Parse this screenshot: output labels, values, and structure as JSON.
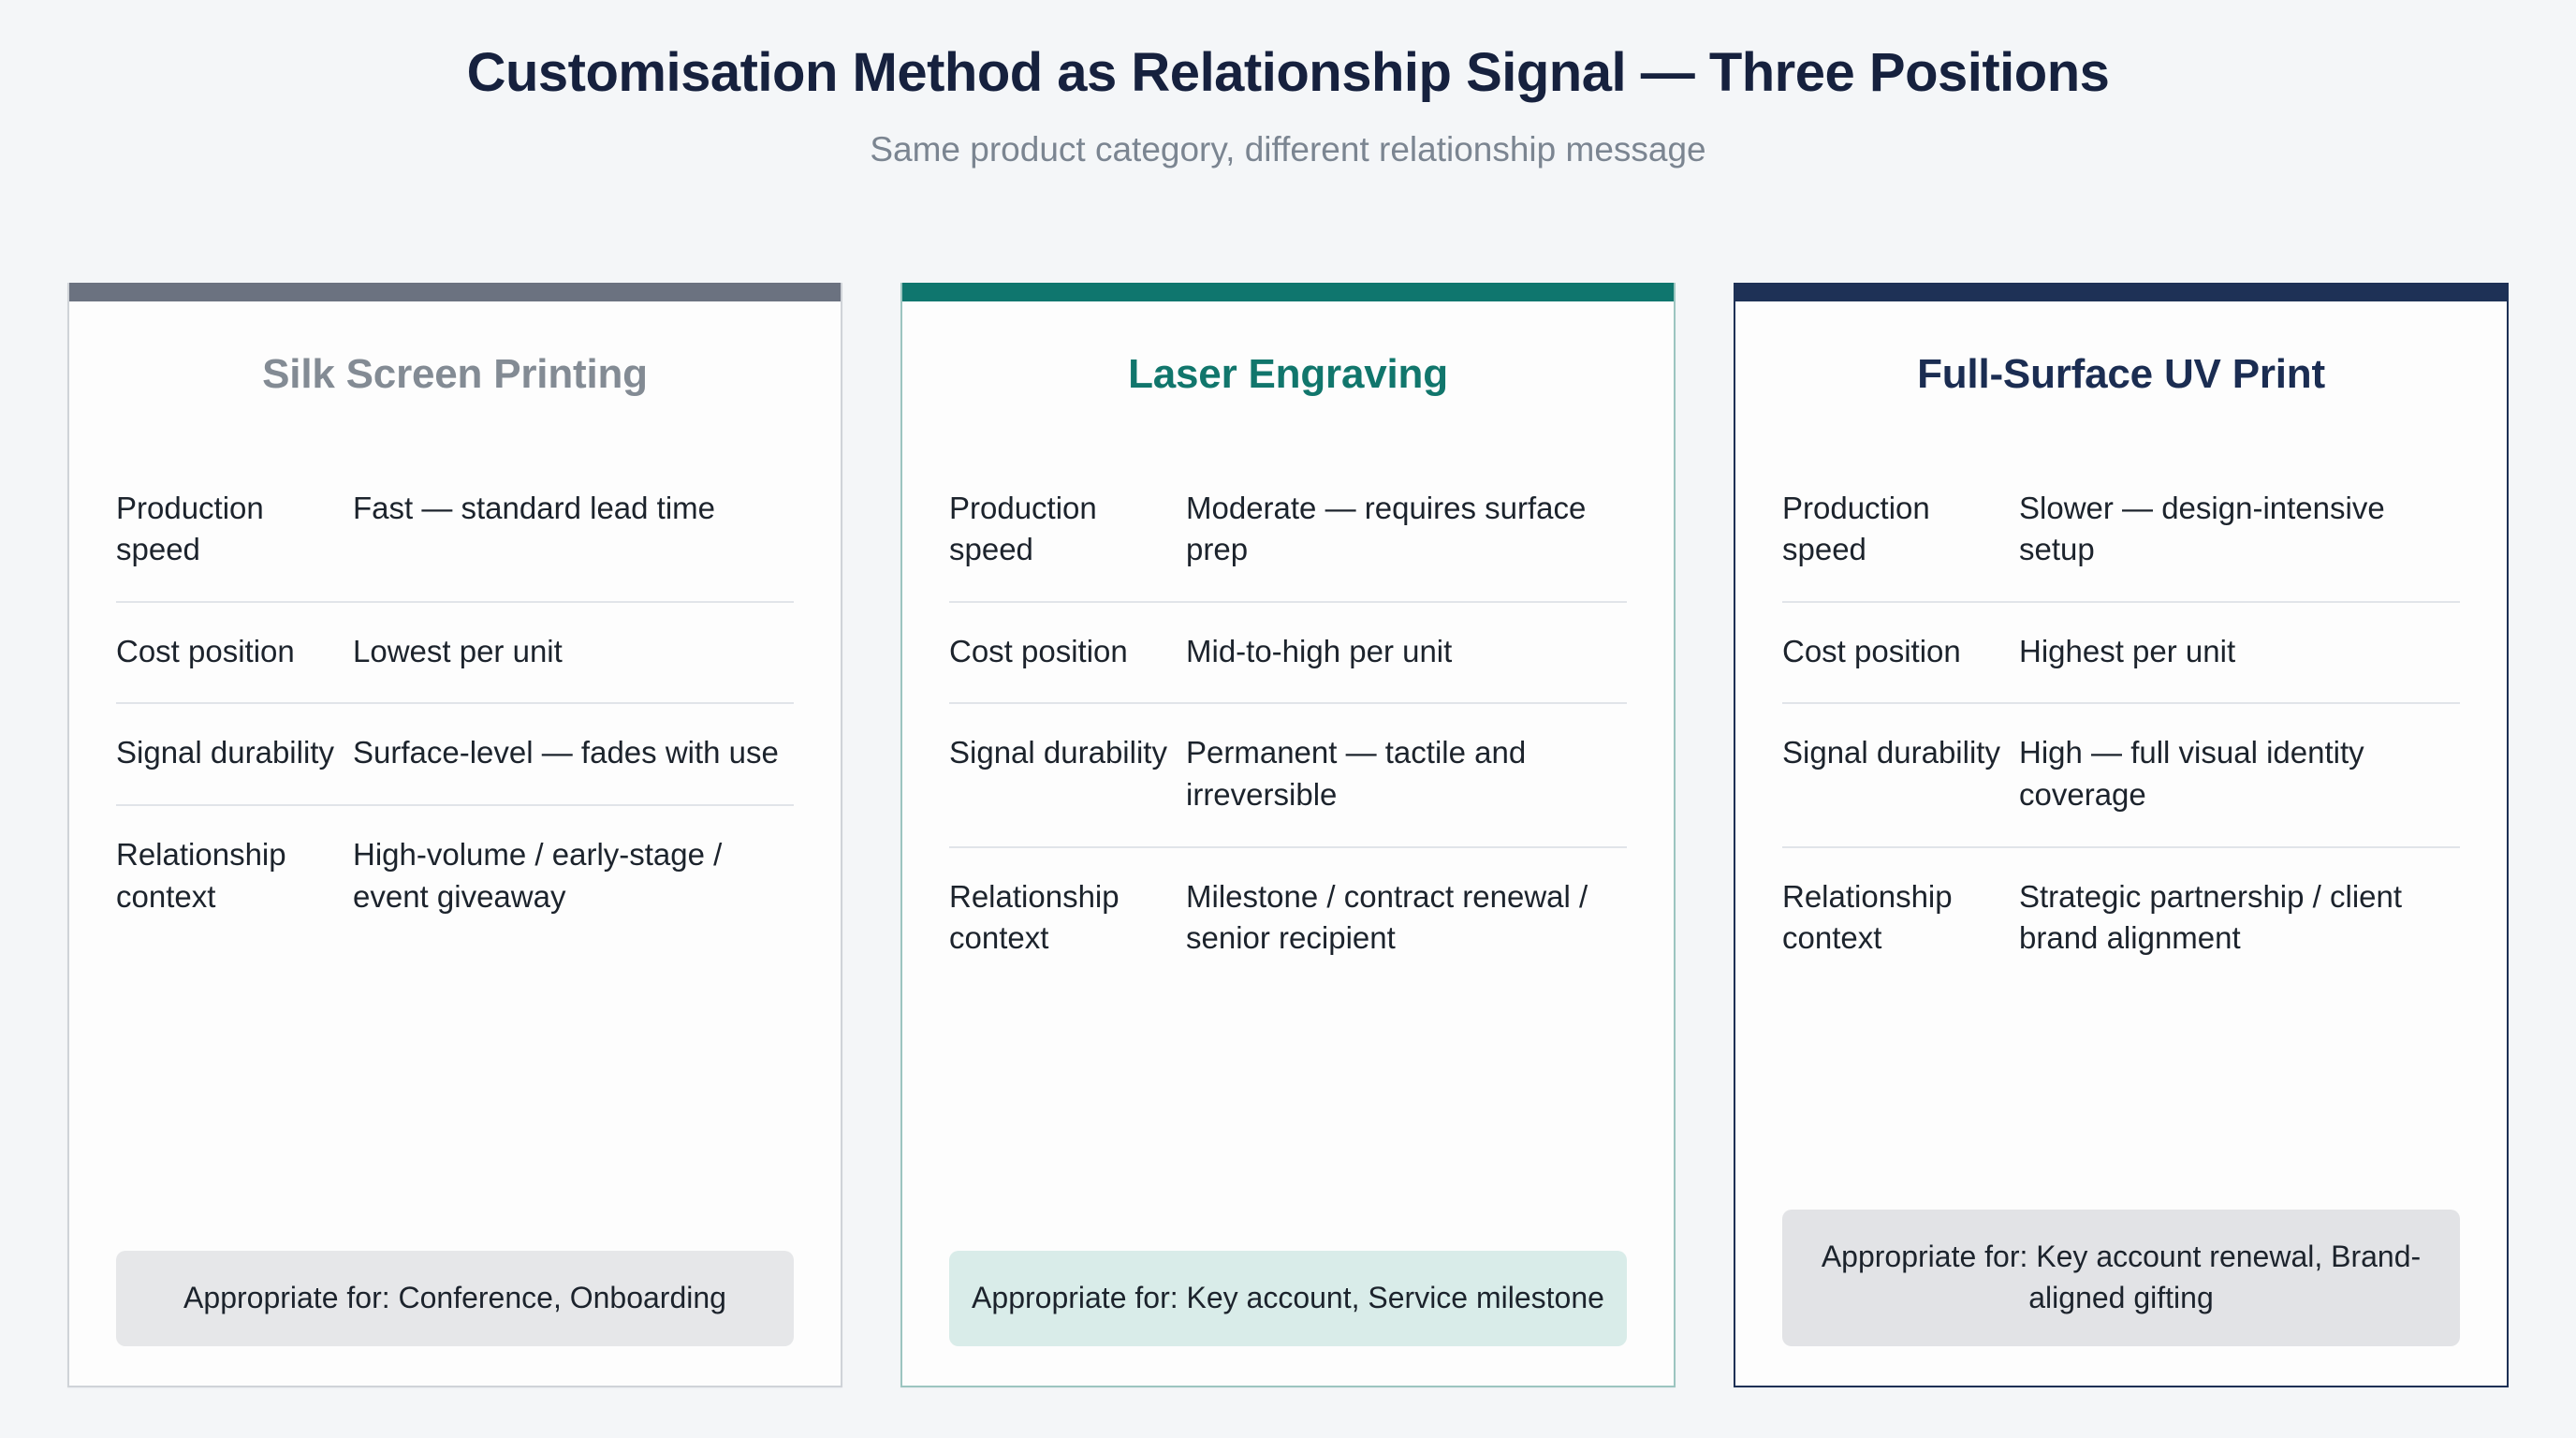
{
  "header": {
    "title": "Customisation Method as Relationship Signal — Three Positions",
    "subtitle": "Same product category, different relationship message"
  },
  "colors": {
    "page_background": "#f4f6f8",
    "title": "#16213e",
    "subtitle": "#7b8591",
    "neutral_accent": "#6b7280",
    "teal_accent": "#0f766e",
    "navy_accent": "#1e3156",
    "divider": "#e1e4e9",
    "neutral_note_bg": "#e6e7e9",
    "teal_note_bg": "#d9ece9",
    "navy_note_bg": "#e2e3e6"
  },
  "row_labels": [
    "Production speed",
    "Cost position",
    "Signal durability",
    "Relationship context"
  ],
  "cards": [
    {
      "theme": "neutral",
      "accent_color": "#6b7280",
      "border_color": "#cfd3d8",
      "note_bg": "#e6e7e9",
      "title": "Silk Screen Printing",
      "rows": [
        {
          "label": "Production speed",
          "value": "Fast — standard lead time"
        },
        {
          "label": "Cost position",
          "value": "Lowest per unit"
        },
        {
          "label": "Signal durability",
          "value": "Surface-level — fades with use"
        },
        {
          "label": "Relationship context",
          "value": "High-volume / early-stage / event giveaway"
        }
      ],
      "note": "Appropriate for: Conference, Onboarding"
    },
    {
      "theme": "teal",
      "accent_color": "#0f766e",
      "border_color": "#9cc5c0",
      "note_bg": "#d9ece9",
      "title": "Laser Engraving",
      "rows": [
        {
          "label": "Production speed",
          "value": "Moderate — requires surface prep"
        },
        {
          "label": "Cost position",
          "value": "Mid-to-high per unit"
        },
        {
          "label": "Signal durability",
          "value": "Permanent — tactile and irreversible"
        },
        {
          "label": "Relationship context",
          "value": "Milestone / contract renewal / senior recipient"
        }
      ],
      "note": "Appropriate for: Key account, Service milestone"
    },
    {
      "theme": "navy",
      "accent_color": "#1e3156",
      "border_color": "#1e3156",
      "note_bg": "#e2e3e6",
      "title": "Full-Surface UV Print",
      "rows": [
        {
          "label": "Production speed",
          "value": "Slower — design-intensive setup"
        },
        {
          "label": "Cost position",
          "value": "Highest per unit"
        },
        {
          "label": "Signal durability",
          "value": "High — full visual identity coverage"
        },
        {
          "label": "Relationship context",
          "value": "Strategic partnership / client brand alignment"
        }
      ],
      "note": "Appropriate for: Key account renewal, Brand-aligned gifting"
    }
  ]
}
